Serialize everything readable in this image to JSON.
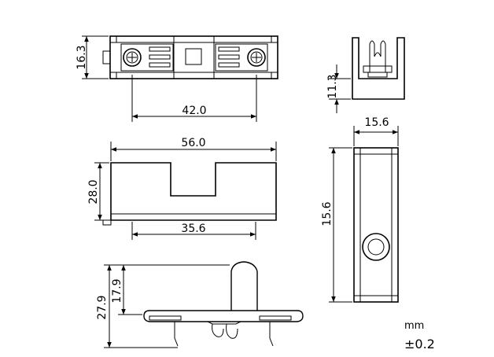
{
  "drawing": {
    "top_view": {
      "height_dim": "16.3",
      "pitch_dim": "42.0"
    },
    "front_view": {
      "width_dim": "56.0",
      "height_dim": "28.0",
      "base_dim": "35.6"
    },
    "bottom_view": {
      "total_height_dim": "27.9",
      "boss_height_dim": "17.9"
    },
    "side_view_top": {
      "height_dim": "11.3"
    },
    "side_view": {
      "width_dim": "15.6",
      "height_dim": "15.6"
    },
    "notes": {
      "unit": "mm",
      "tolerance": "±0.2"
    }
  }
}
